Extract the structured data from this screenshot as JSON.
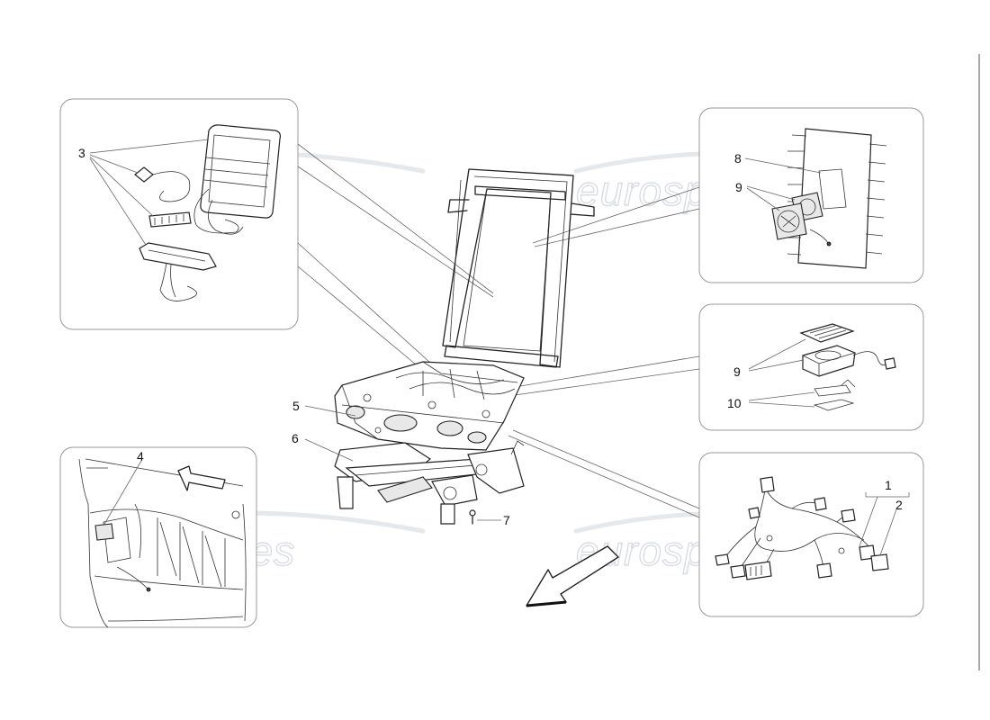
{
  "watermark": {
    "text": "eurospares"
  },
  "colors": {
    "line": "#222222",
    "box_border": "#9a9a9a",
    "watermark": "#d9dde2"
  },
  "callouts": [
    {
      "id": "c1",
      "label": "1"
    },
    {
      "id": "c2",
      "label": "2"
    },
    {
      "id": "c3",
      "label": "3"
    },
    {
      "id": "c4",
      "label": "4"
    },
    {
      "id": "c5",
      "label": "5"
    },
    {
      "id": "c6",
      "label": "6"
    },
    {
      "id": "c7",
      "label": "7"
    },
    {
      "id": "c8",
      "label": "8"
    },
    {
      "id": "c9a",
      "label": "9"
    },
    {
      "id": "c9b",
      "label": "9"
    },
    {
      "id": "c10",
      "label": "10"
    }
  ]
}
